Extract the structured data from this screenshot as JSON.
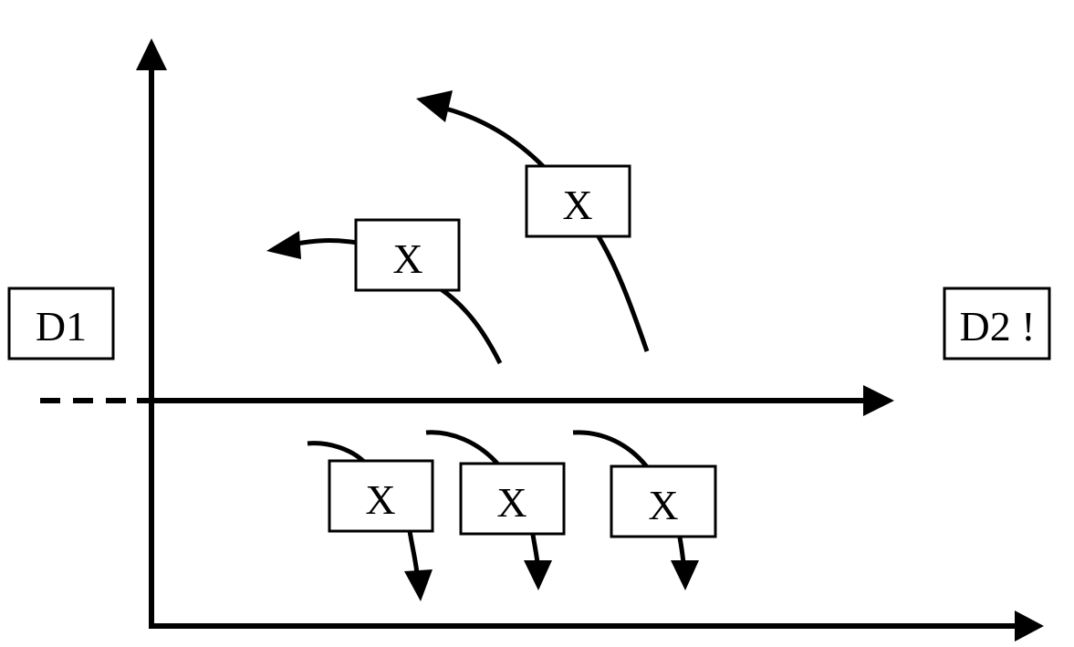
{
  "diagram": {
    "left_box": {
      "label": "D1"
    },
    "right_box": {
      "label": "D2 !"
    },
    "upper_boxes": [
      {
        "label": "X"
      },
      {
        "label": "X"
      }
    ],
    "lower_boxes": [
      {
        "label": "X"
      },
      {
        "label": "X"
      },
      {
        "label": "X"
      }
    ]
  }
}
